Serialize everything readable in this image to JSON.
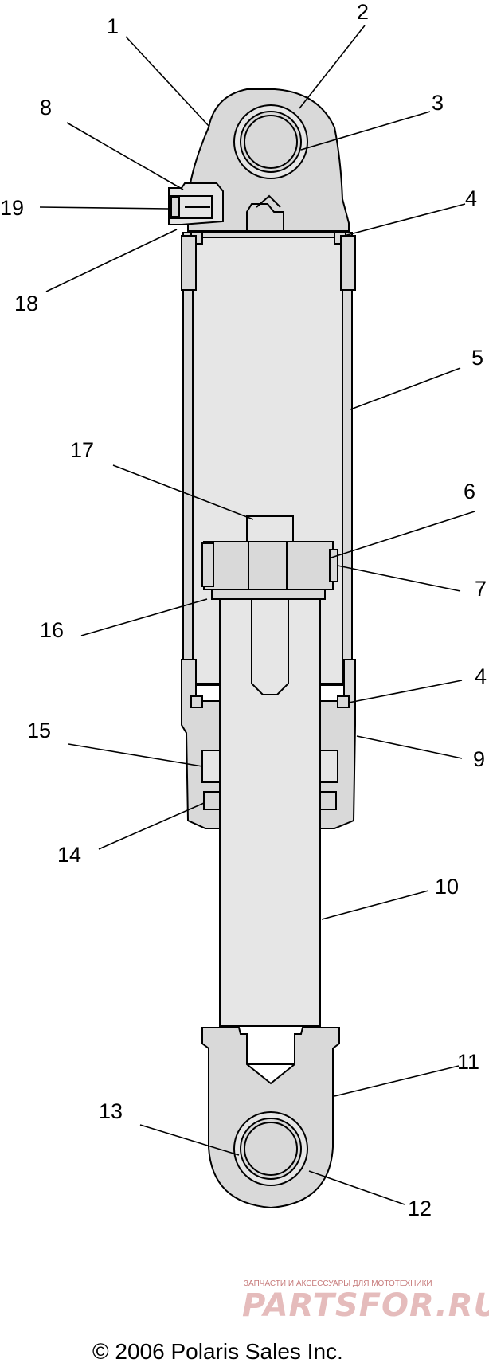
{
  "callouts": [
    {
      "id": "1",
      "text": "1"
    },
    {
      "id": "2",
      "text": "2"
    },
    {
      "id": "3",
      "text": "3"
    },
    {
      "id": "4a",
      "text": "4"
    },
    {
      "id": "5",
      "text": "5"
    },
    {
      "id": "6",
      "text": "6"
    },
    {
      "id": "7",
      "text": "7"
    },
    {
      "id": "4b",
      "text": "4"
    },
    {
      "id": "8",
      "text": "8"
    },
    {
      "id": "9",
      "text": "9"
    },
    {
      "id": "10",
      "text": "10"
    },
    {
      "id": "11",
      "text": "11"
    },
    {
      "id": "12",
      "text": "12"
    },
    {
      "id": "13",
      "text": "13"
    },
    {
      "id": "14",
      "text": "14"
    },
    {
      "id": "15",
      "text": "15"
    },
    {
      "id": "16",
      "text": "16"
    },
    {
      "id": "17",
      "text": "17"
    },
    {
      "id": "18",
      "text": "18"
    },
    {
      "id": "19",
      "text": "19"
    }
  ],
  "watermark": {
    "tagline": "ЗАПЧАСТИ И АКСЕССУАРЫ ДЛЯ МОТОТЕХНИКИ",
    "brand": "PARTSFOR.RU"
  },
  "copyright": "© 2006 Polaris Sales Inc."
}
